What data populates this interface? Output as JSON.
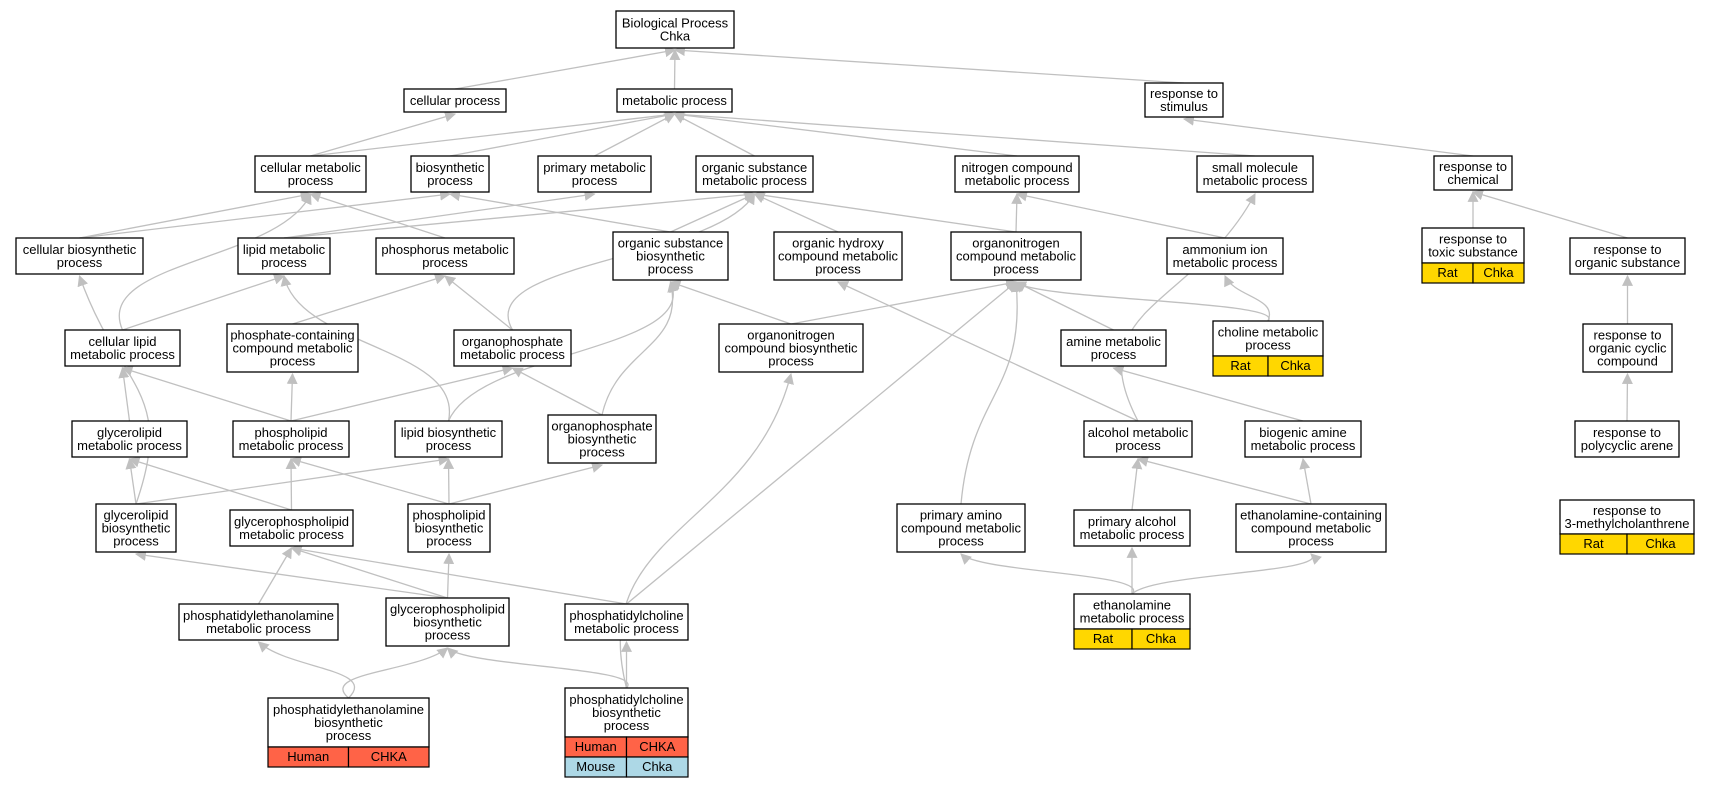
{
  "colors": {
    "edge": "#c0c0c0",
    "human": "#ff6347",
    "rat": "#ffd700",
    "mouse": "#add8e6"
  },
  "nodes": {
    "root": {
      "lines": [
        "Biological Process",
        "Chka"
      ]
    },
    "cellular_process": {
      "lines": [
        "cellular process"
      ]
    },
    "metabolic_process": {
      "lines": [
        "metabolic process"
      ]
    },
    "response_to_stimulus": {
      "lines": [
        "response to",
        "stimulus"
      ]
    },
    "cellular_metabolic_process": {
      "lines": [
        "cellular metabolic",
        "process"
      ]
    },
    "biosynthetic_process": {
      "lines": [
        "biosynthetic",
        "process"
      ]
    },
    "primary_metabolic_process": {
      "lines": [
        "primary metabolic",
        "process"
      ]
    },
    "organic_substance_metabolic_process": {
      "lines": [
        "organic substance",
        "metabolic process"
      ]
    },
    "nitrogen_compound_metabolic_process": {
      "lines": [
        "nitrogen compound",
        "metabolic process"
      ]
    },
    "small_molecule_metabolic_process": {
      "lines": [
        "small molecule",
        "metabolic process"
      ]
    },
    "response_to_chemical": {
      "lines": [
        "response to",
        "chemical"
      ]
    },
    "cellular_biosynthetic_process": {
      "lines": [
        "cellular biosynthetic",
        "process"
      ]
    },
    "lipid_metabolic_process": {
      "lines": [
        "lipid metabolic",
        "process"
      ]
    },
    "phosphorus_metabolic_process": {
      "lines": [
        "phosphorus metabolic",
        "process"
      ]
    },
    "organic_substance_biosynthetic_process": {
      "lines": [
        "organic substance",
        "biosynthetic",
        "process"
      ]
    },
    "organic_hydroxy_compound_metabolic_process": {
      "lines": [
        "organic hydroxy",
        "compound metabolic",
        "process"
      ]
    },
    "organonitrogen_compound_metabolic_process": {
      "lines": [
        "organonitrogen",
        "compound metabolic",
        "process"
      ]
    },
    "ammonium_ion_metabolic_process": {
      "lines": [
        "ammonium ion",
        "metabolic process"
      ]
    },
    "response_to_toxic_substance": {
      "lines": [
        "response to",
        "toxic substance"
      ],
      "tags": [
        {
          "label": "Rat",
          "color": "rat"
        },
        {
          "label": "Chka",
          "color": "rat"
        }
      ]
    },
    "response_to_organic_substance": {
      "lines": [
        "response to",
        "organic substance"
      ]
    },
    "cellular_lipid_metabolic_process": {
      "lines": [
        "cellular lipid",
        "metabolic process"
      ]
    },
    "phosphate_containing_compound_metabolic_process": {
      "lines": [
        "phosphate-containing",
        "compound metabolic",
        "process"
      ]
    },
    "organophosphate_metabolic_process": {
      "lines": [
        "organophosphate",
        "metabolic process"
      ]
    },
    "organonitrogen_compound_biosynthetic_process": {
      "lines": [
        "organonitrogen",
        "compound biosynthetic",
        "process"
      ]
    },
    "amine_metabolic_process": {
      "lines": [
        "amine metabolic",
        "process"
      ]
    },
    "choline_metabolic_process": {
      "lines": [
        "choline metabolic",
        "process"
      ],
      "tags": [
        {
          "label": "Rat",
          "color": "rat"
        },
        {
          "label": "Chka",
          "color": "rat"
        }
      ]
    },
    "response_to_organic_cyclic_compound": {
      "lines": [
        "response to",
        "organic cyclic",
        "compound"
      ]
    },
    "glycerolipid_metabolic_process": {
      "lines": [
        "glycerolipid",
        "metabolic process"
      ]
    },
    "phospholipid_metabolic_process": {
      "lines": [
        "phospholipid",
        "metabolic process"
      ]
    },
    "lipid_biosynthetic_process": {
      "lines": [
        "lipid biosynthetic",
        "process"
      ]
    },
    "organophosphate_biosynthetic_process": {
      "lines": [
        "organophosphate",
        "biosynthetic",
        "process"
      ]
    },
    "alcohol_metabolic_process": {
      "lines": [
        "alcohol metabolic",
        "process"
      ]
    },
    "biogenic_amine_metabolic_process": {
      "lines": [
        "biogenic amine",
        "metabolic process"
      ]
    },
    "response_to_polycyclic_arene": {
      "lines": [
        "response to",
        "polycyclic arene"
      ]
    },
    "glycerolipid_biosynthetic_process": {
      "lines": [
        "glycerolipid",
        "biosynthetic",
        "process"
      ]
    },
    "glycerophospholipid_metabolic_process": {
      "lines": [
        "glycerophospholipid",
        "metabolic process"
      ]
    },
    "phospholipid_biosynthetic_process": {
      "lines": [
        "phospholipid",
        "biosynthetic",
        "process"
      ]
    },
    "primary_amino_compound_metabolic_process": {
      "lines": [
        "primary amino",
        "compound metabolic",
        "process"
      ]
    },
    "primary_alcohol_metabolic_process": {
      "lines": [
        "primary alcohol",
        "metabolic process"
      ]
    },
    "ethanolamine_containing_compound_metabolic_process": {
      "lines": [
        "ethanolamine-containing",
        "compound metabolic",
        "process"
      ]
    },
    "response_to_3_methylcholanthrene": {
      "lines": [
        "response to",
        "3-methylcholanthrene"
      ],
      "tags": [
        {
          "label": "Rat",
          "color": "rat"
        },
        {
          "label": "Chka",
          "color": "rat"
        }
      ]
    },
    "phosphatidylethanolamine_metabolic_process": {
      "lines": [
        "phosphatidylethanolamine",
        "metabolic process"
      ]
    },
    "glycerophospholipid_biosynthetic_process": {
      "lines": [
        "glycerophospholipid",
        "biosynthetic",
        "process"
      ]
    },
    "phosphatidylcholine_metabolic_process": {
      "lines": [
        "phosphatidylcholine",
        "metabolic process"
      ]
    },
    "ethanolamine_metabolic_process": {
      "lines": [
        "ethanolamine",
        "metabolic process"
      ],
      "tags": [
        {
          "label": "Rat",
          "color": "rat"
        },
        {
          "label": "Chka",
          "color": "rat"
        }
      ]
    },
    "phosphatidylethanolamine_biosynthetic_process": {
      "lines": [
        "phosphatidylethanolamine",
        "biosynthetic",
        "process"
      ],
      "tags": [
        {
          "label": "Human",
          "color": "human"
        },
        {
          "label": "CHKA",
          "color": "human"
        }
      ]
    },
    "phosphatidylcholine_biosynthetic_process": {
      "lines": [
        "phosphatidylcholine",
        "biosynthetic",
        "process"
      ],
      "tags": [
        {
          "label": "Human",
          "color": "human"
        },
        {
          "label": "CHKA",
          "color": "human"
        },
        {
          "label": "Mouse",
          "color": "mouse"
        },
        {
          "label": "Chka",
          "color": "mouse"
        }
      ]
    }
  }
}
